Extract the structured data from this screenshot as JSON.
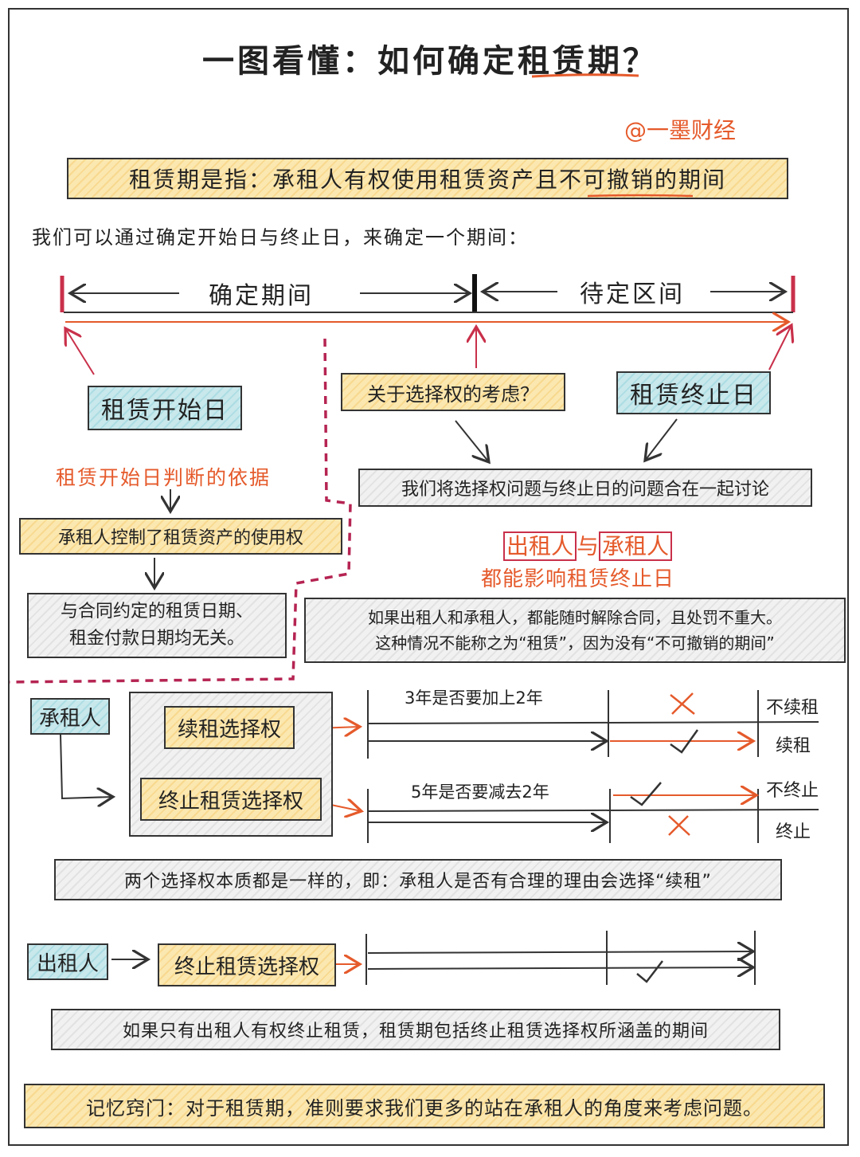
{
  "title": "一图看懂：如何确定租赁期？",
  "author": "@一墨财经",
  "definition": "租赁期是指：承租人有权使用租赁资产且不可撤销的期间",
  "intro": "我们可以通过确定开始日与终止日，来确定一个期间：",
  "timeline": {
    "determined_label": "确定期间",
    "pending_label": "待定区间"
  },
  "start_date_box": "租赁开始日",
  "option_consider_box": "关于选择权的考虑？",
  "end_date_box": "租赁终止日",
  "combine_box": "我们将选择权问题与终止日的问题合在一起讨论",
  "start_basis": {
    "heading": "租赁开始日判断的依据",
    "control_box": "承租人控制了租赁资产的使用权",
    "unrelated_line1": "与合同约定的租赁日期、",
    "unrelated_line2": "租金付款日期均无关。"
  },
  "both_parties": {
    "lessor": "出租人",
    "connector": "与",
    "lessee": "承租人",
    "line2": "都能影响租赁终止日"
  },
  "cancel_box": {
    "line1": "如果出租人和承租人，都能随时解除合同，且处罚不重大。",
    "line2": "这种情况不能称之为“租赁”，因为没有“不可撤销的期间”"
  },
  "lessee_section": {
    "lessee_label": "承租人",
    "renew_option": "续租选择权",
    "terminate_option": "终止租赁选择权",
    "renew_question": "3年是否要加上2年",
    "terminate_question": "5年是否要减去2年",
    "no_renew": "不续租",
    "renew": "续租",
    "no_terminate": "不终止",
    "terminate": "终止"
  },
  "same_essence_box": "两个选择权本质都是一样的，即：承租人是否有合理的理由会选择“续租”",
  "lessor_section": {
    "lessor_label": "出租人",
    "terminate_option": "终止租赁选择权"
  },
  "lessor_note_box": "如果只有出租人有权终止租赁，租赁期包括终止租赁选择权所涵盖的期间",
  "memo_box": "记忆窍门：对于租赁期，准则要求我们更多的站在承租人的角度来考虑问题。",
  "colors": {
    "accent_orange": "#e55a2b",
    "red": "#c9304a",
    "yellow_fill": "#fbe7b0",
    "blue_fill": "#c8e8ec",
    "gray_fill": "#f1f1f1"
  }
}
